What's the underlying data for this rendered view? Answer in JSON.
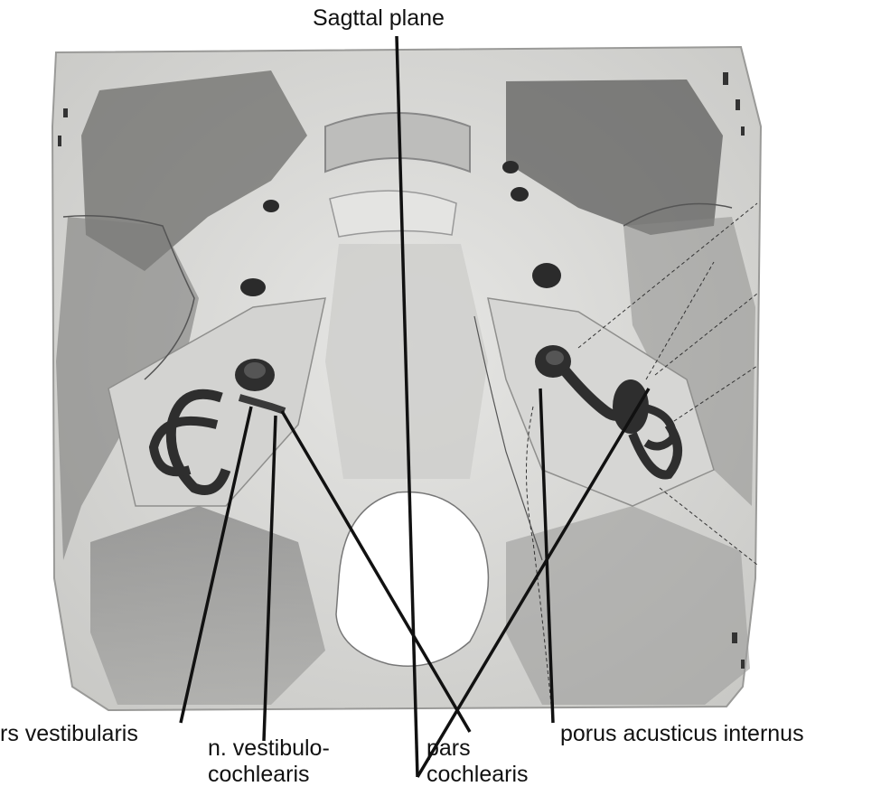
{
  "colors": {
    "plate_background": "#dcdcda",
    "bone_dark": "#5b5b5b",
    "labyrinth": "#2e2e2e",
    "leader_line": "#111111",
    "page": "#ffffff"
  },
  "labels": {
    "sagittal": "Sagttal plane",
    "pars_vestibularis": "rs vestibularis",
    "n_vestibulo_line1": "n. vestibulo-",
    "n_vestibulo_line2": "cochlearis",
    "pars_cochlearis_line1": "pars",
    "pars_cochlearis_line2": "cochlearis",
    "porus": "porus acusticus internus"
  }
}
